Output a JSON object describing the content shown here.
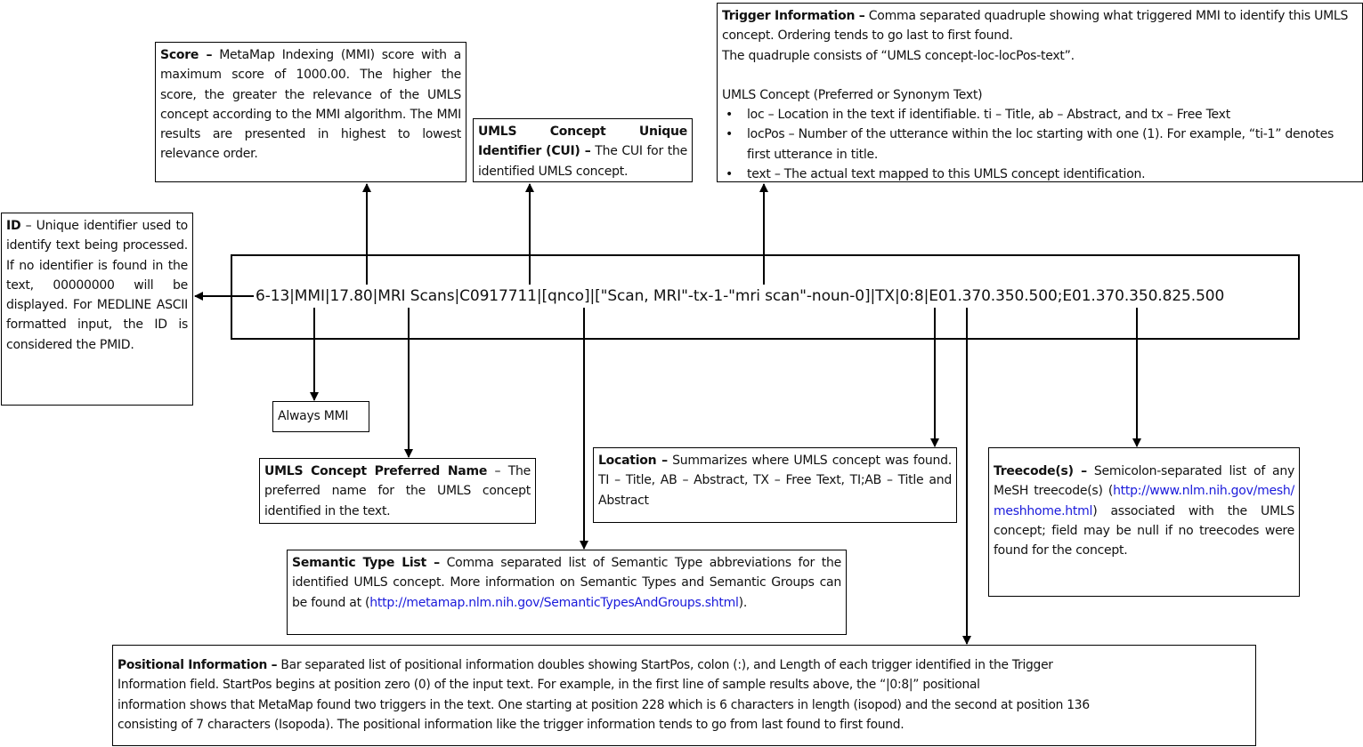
{
  "record": "6-13|MMI|17.80|MRI Scans|C0917711|[qnco]|[\"Scan, MRI\"-tx-1-\"mri scan\"-noun-0]|TX|0:8|E01.370.350.500;E01.370.350.825.500",
  "score": {
    "title": "Score –",
    "text": " MetaMap Indexing (MMI) score with a maximum score of 1000.00. The higher the score, the greater the relevance of the UMLS concept according to the MMI algorithm. The MMI results are presented in highest to lowest relevance order."
  },
  "cui": {
    "title": "UMLS Concept Unique Identifier (CUI) –",
    "text": " The CUI for the identified UMLS concept."
  },
  "trigger": {
    "title": "Trigger Information –",
    "text": " Comma separated quadruple showing what triggered MMI to identify this UMLS concept. Ordering tends to go last to first found.",
    "quad": "The quadruple consists of “UMLS concept-loc-locPos-text”.",
    "concept": "UMLS Concept (Preferred or Synonym Text)",
    "bullets": [
      "loc – Location in the text if identifiable. ti – Title, ab – Abstract, and tx – Free Text",
      "locPos – Number of the utterance within the loc starting with one (1). For example, “ti-1” denotes first utterance in title.",
      "text – The actual text mapped to this UMLS concept identification."
    ]
  },
  "id": {
    "title": "ID",
    "text": " – Unique identifier used to identify text being processed. If no identifier is found in the text, 00000000 will be displayed. For MEDLINE ASCII formatted input, the ID is considered the PMID."
  },
  "always": {
    "text": "Always MMI"
  },
  "preferred": {
    "title": "UMLS Concept Preferred Name",
    "text": " – The preferred name for the UMLS concept identified in the text."
  },
  "location": {
    "title": "Location –",
    "text": " Summarizes where UMLS concept was found. TI – Title, AB – Abstract, TX – Free Text, TI;AB – Title and Abstract"
  },
  "treecode": {
    "title": "Treecode(s) –",
    "text": " Semicolon-separated list of any MeSH treecode(s) (",
    "link": "http://www.nlm.nih.gov/mesh/meshhome.html",
    "text2": ") associated with the UMLS concept; field may be null if no treecodes were found for the concept."
  },
  "semantic": {
    "title": "Semantic Type List –",
    "text": " Comma separated list of Semantic Type abbreviations for the identified UMLS concept. More information on Semantic Types and Semantic Groups can be found at (",
    "link": "http://metamap.nlm.nih.gov/SemanticTypesAndGroups.shtml",
    "text2": ")."
  },
  "positional": {
    "title": "Positional Information –",
    "lines": [
      " Bar separated list of positional information doubles showing StartPos, colon (:), and Length of each trigger identified in the Trigger",
      "Information field. StartPos begins at position zero (0) of the input text. For example, in the first line of sample results above, the “|0:8|” positional",
      "information shows that MetaMap found two triggers in the text. One starting at position 228 which is 6 characters in length (isopod) and the second at position 136",
      "consisting of 7 characters (Isopoda). The positional information like the trigger information tends to go from last found to first found."
    ]
  }
}
